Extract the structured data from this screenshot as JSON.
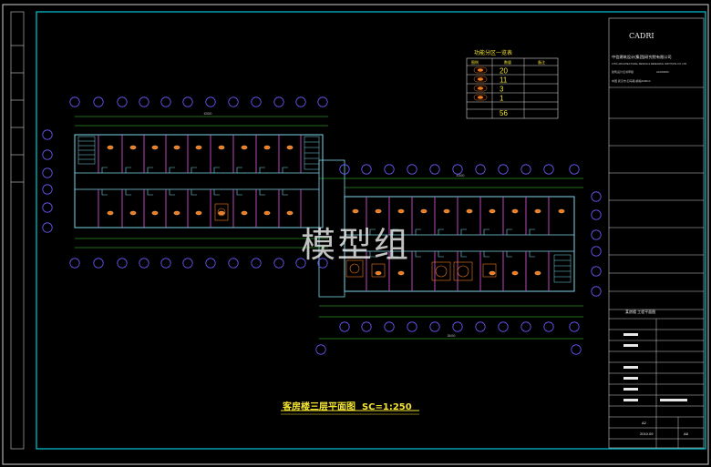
{
  "drawing": {
    "title": "客房楼三层平面图",
    "scale": "SC=1:250",
    "watermark": "模型组"
  },
  "legend": {
    "title": "功能分区一览表",
    "headers": [
      "图例",
      "数量",
      "备注"
    ],
    "counts": [
      "20",
      "11",
      "3",
      "1"
    ],
    "total": "56"
  },
  "titleblock": {
    "logo": "CADRI",
    "company_cn": "中信建筑设计(集团)研究院有限公司",
    "company_en": "CITIC ARCHITECTURAL DESIGN & RESEARCH INSTITUTE CO.,LTD.",
    "cert_label": "建筑设计证书甲级",
    "cert_no": "A1000000",
    "address": "中国 武汉市 四马路 邮编430014",
    "project_name": "某房楼 工程平面图",
    "sheet_size": "A2",
    "date": "2010.09",
    "sheet_no": "A8"
  },
  "dims": {
    "left_total": "52800",
    "right_total": "38400",
    "right_upper": "42600"
  },
  "colors": {
    "frame": "#00c8d8",
    "grid": "#d24fd2",
    "wall": "#7ad7e8",
    "dim": "#3bdc3b",
    "bubble": "#6b5cff",
    "furn": "#f07a1c",
    "title": "#f3e330"
  }
}
